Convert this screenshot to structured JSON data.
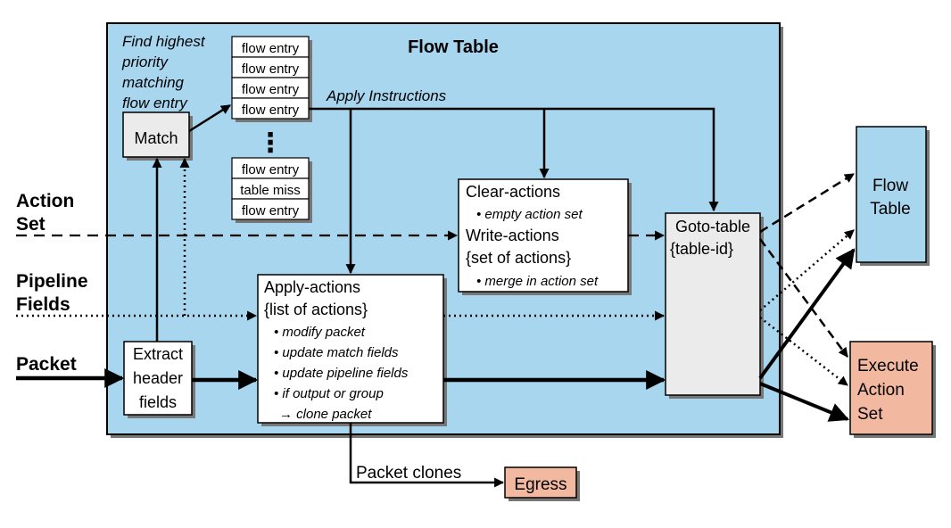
{
  "flow_table": {
    "title": "Flow Table",
    "match_caption": [
      "Find highest",
      "priority",
      "matching",
      "flow entry"
    ],
    "match_box": "Match",
    "entries_top": [
      "flow entry",
      "flow entry",
      "flow entry",
      "flow entry"
    ],
    "ellipsis": "⋮",
    "entries_bottom": [
      "flow entry",
      "table miss",
      "flow entry"
    ],
    "apply_instructions": "Apply Instructions"
  },
  "inputs": {
    "action_set": [
      "Action",
      "Set"
    ],
    "pipeline_fields": [
      "Pipeline",
      "Fields"
    ],
    "packet": "Packet"
  },
  "extract_box": [
    "Extract",
    "header",
    "fields"
  ],
  "clear_write_box": {
    "clear": "Clear-actions",
    "clear_note": "• empty action set",
    "write": "Write-actions",
    "write_set": "{set of actions}",
    "write_note": "• merge in action set"
  },
  "apply_actions_box": {
    "title": "Apply-actions",
    "subtitle": "{list of actions}",
    "items": [
      "• modify packet",
      "• update match fields",
      "• update pipeline fields",
      "• if output or group"
    ],
    "clone": "→ clone packet"
  },
  "goto_box": [
    "Goto-table",
    "{table-id}"
  ],
  "next_flow_table": [
    "Flow",
    "Table"
  ],
  "execute_action_set": [
    "Execute",
    "Action",
    "Set"
  ],
  "packet_clones": "Packet clones",
  "egress": "Egress",
  "colors": {
    "table_fill": "#a8d6ef",
    "box_fill": "#ffffff",
    "gray_fill": "#ebebeb",
    "salmon_fill": "#f2b9a0",
    "stroke": "#000000"
  }
}
